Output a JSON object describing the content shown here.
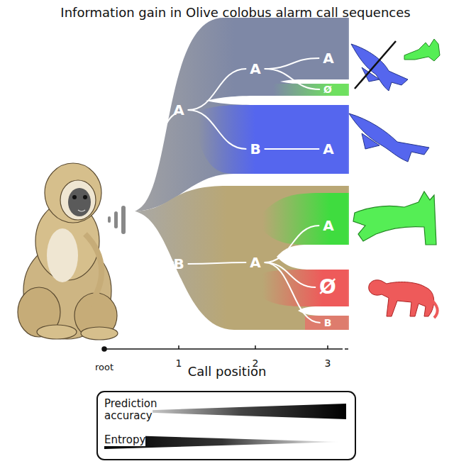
{
  "diagram": {
    "title": "Information gain in Olive colobus alarm call sequences",
    "nodes": [
      {
        "text": [
          "A"
        ]
      },
      {
        "text": [
          "A"
        ]
      },
      {
        "text": [
          "A"
        ]
      },
      {
        "text": [
          "Ø"
        ]
      },
      {
        "text": [
          "B"
        ]
      },
      {
        "text": [
          "A"
        ]
      },
      {
        "text": [
          "B"
        ]
      },
      {
        "text": [
          "A"
        ]
      },
      {
        "text": [
          "A"
        ]
      },
      {
        "text": [
          "Ø"
        ]
      },
      {
        "text": [
          "B"
        ]
      }
    ],
    "edges": [
      {
        "from": 0,
        "to": 1,
        "arrow": "none"
      },
      {
        "from": 1,
        "to": 2,
        "arrow": "none"
      },
      {
        "from": 1,
        "to": 3,
        "arrow": "none"
      },
      {
        "from": 0,
        "to": 4,
        "arrow": "none"
      },
      {
        "from": 4,
        "to": 5,
        "arrow": "none"
      },
      {
        "from": 6,
        "to": 7,
        "arrow": "none"
      },
      {
        "from": 7,
        "to": 8,
        "arrow": "none"
      },
      {
        "from": 7,
        "to": 9,
        "arrow": "none"
      },
      {
        "from": 7,
        "to": 10,
        "arrow": "none"
      }
    ],
    "labels": [
      "root",
      "1",
      "2",
      "3",
      "Call position"
    ],
    "legend": [
      {
        "text": "Prediction accuracy"
      },
      {
        "text": "Entropy"
      }
    ]
  }
}
